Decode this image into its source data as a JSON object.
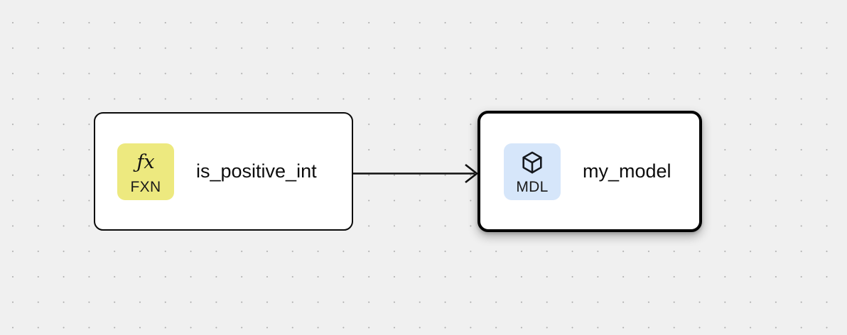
{
  "canvas": {
    "background_color": "#f0f0f0",
    "grid_dot_color": "#adadad",
    "grid_spacing": "36",
    "width": "1192",
    "height": "472"
  },
  "nodes": [
    {
      "id": "is_positive_int",
      "title": "is_positive_int",
      "kind": "function",
      "badge_label": "FXN",
      "badge_glyph": "ƒx",
      "badge_icon": "function-fx-icon",
      "badge_color": "#ede97f",
      "selected": "false",
      "border_color": "#0a0a0a",
      "fill_color": "#ffffff"
    },
    {
      "id": "my_model",
      "title": "my_model",
      "kind": "model",
      "badge_label": "MDL",
      "badge_icon": "cube-icon",
      "badge_color": "#d6e6fa",
      "selected": "true",
      "border_color": "#000000",
      "fill_color": "#ffffff"
    }
  ],
  "edges": [
    {
      "id": "edge-is_positive_int-my_model",
      "source": "is_positive_int",
      "target": "my_model",
      "color": "#111111",
      "arrow": "open-arrow-head"
    }
  ]
}
